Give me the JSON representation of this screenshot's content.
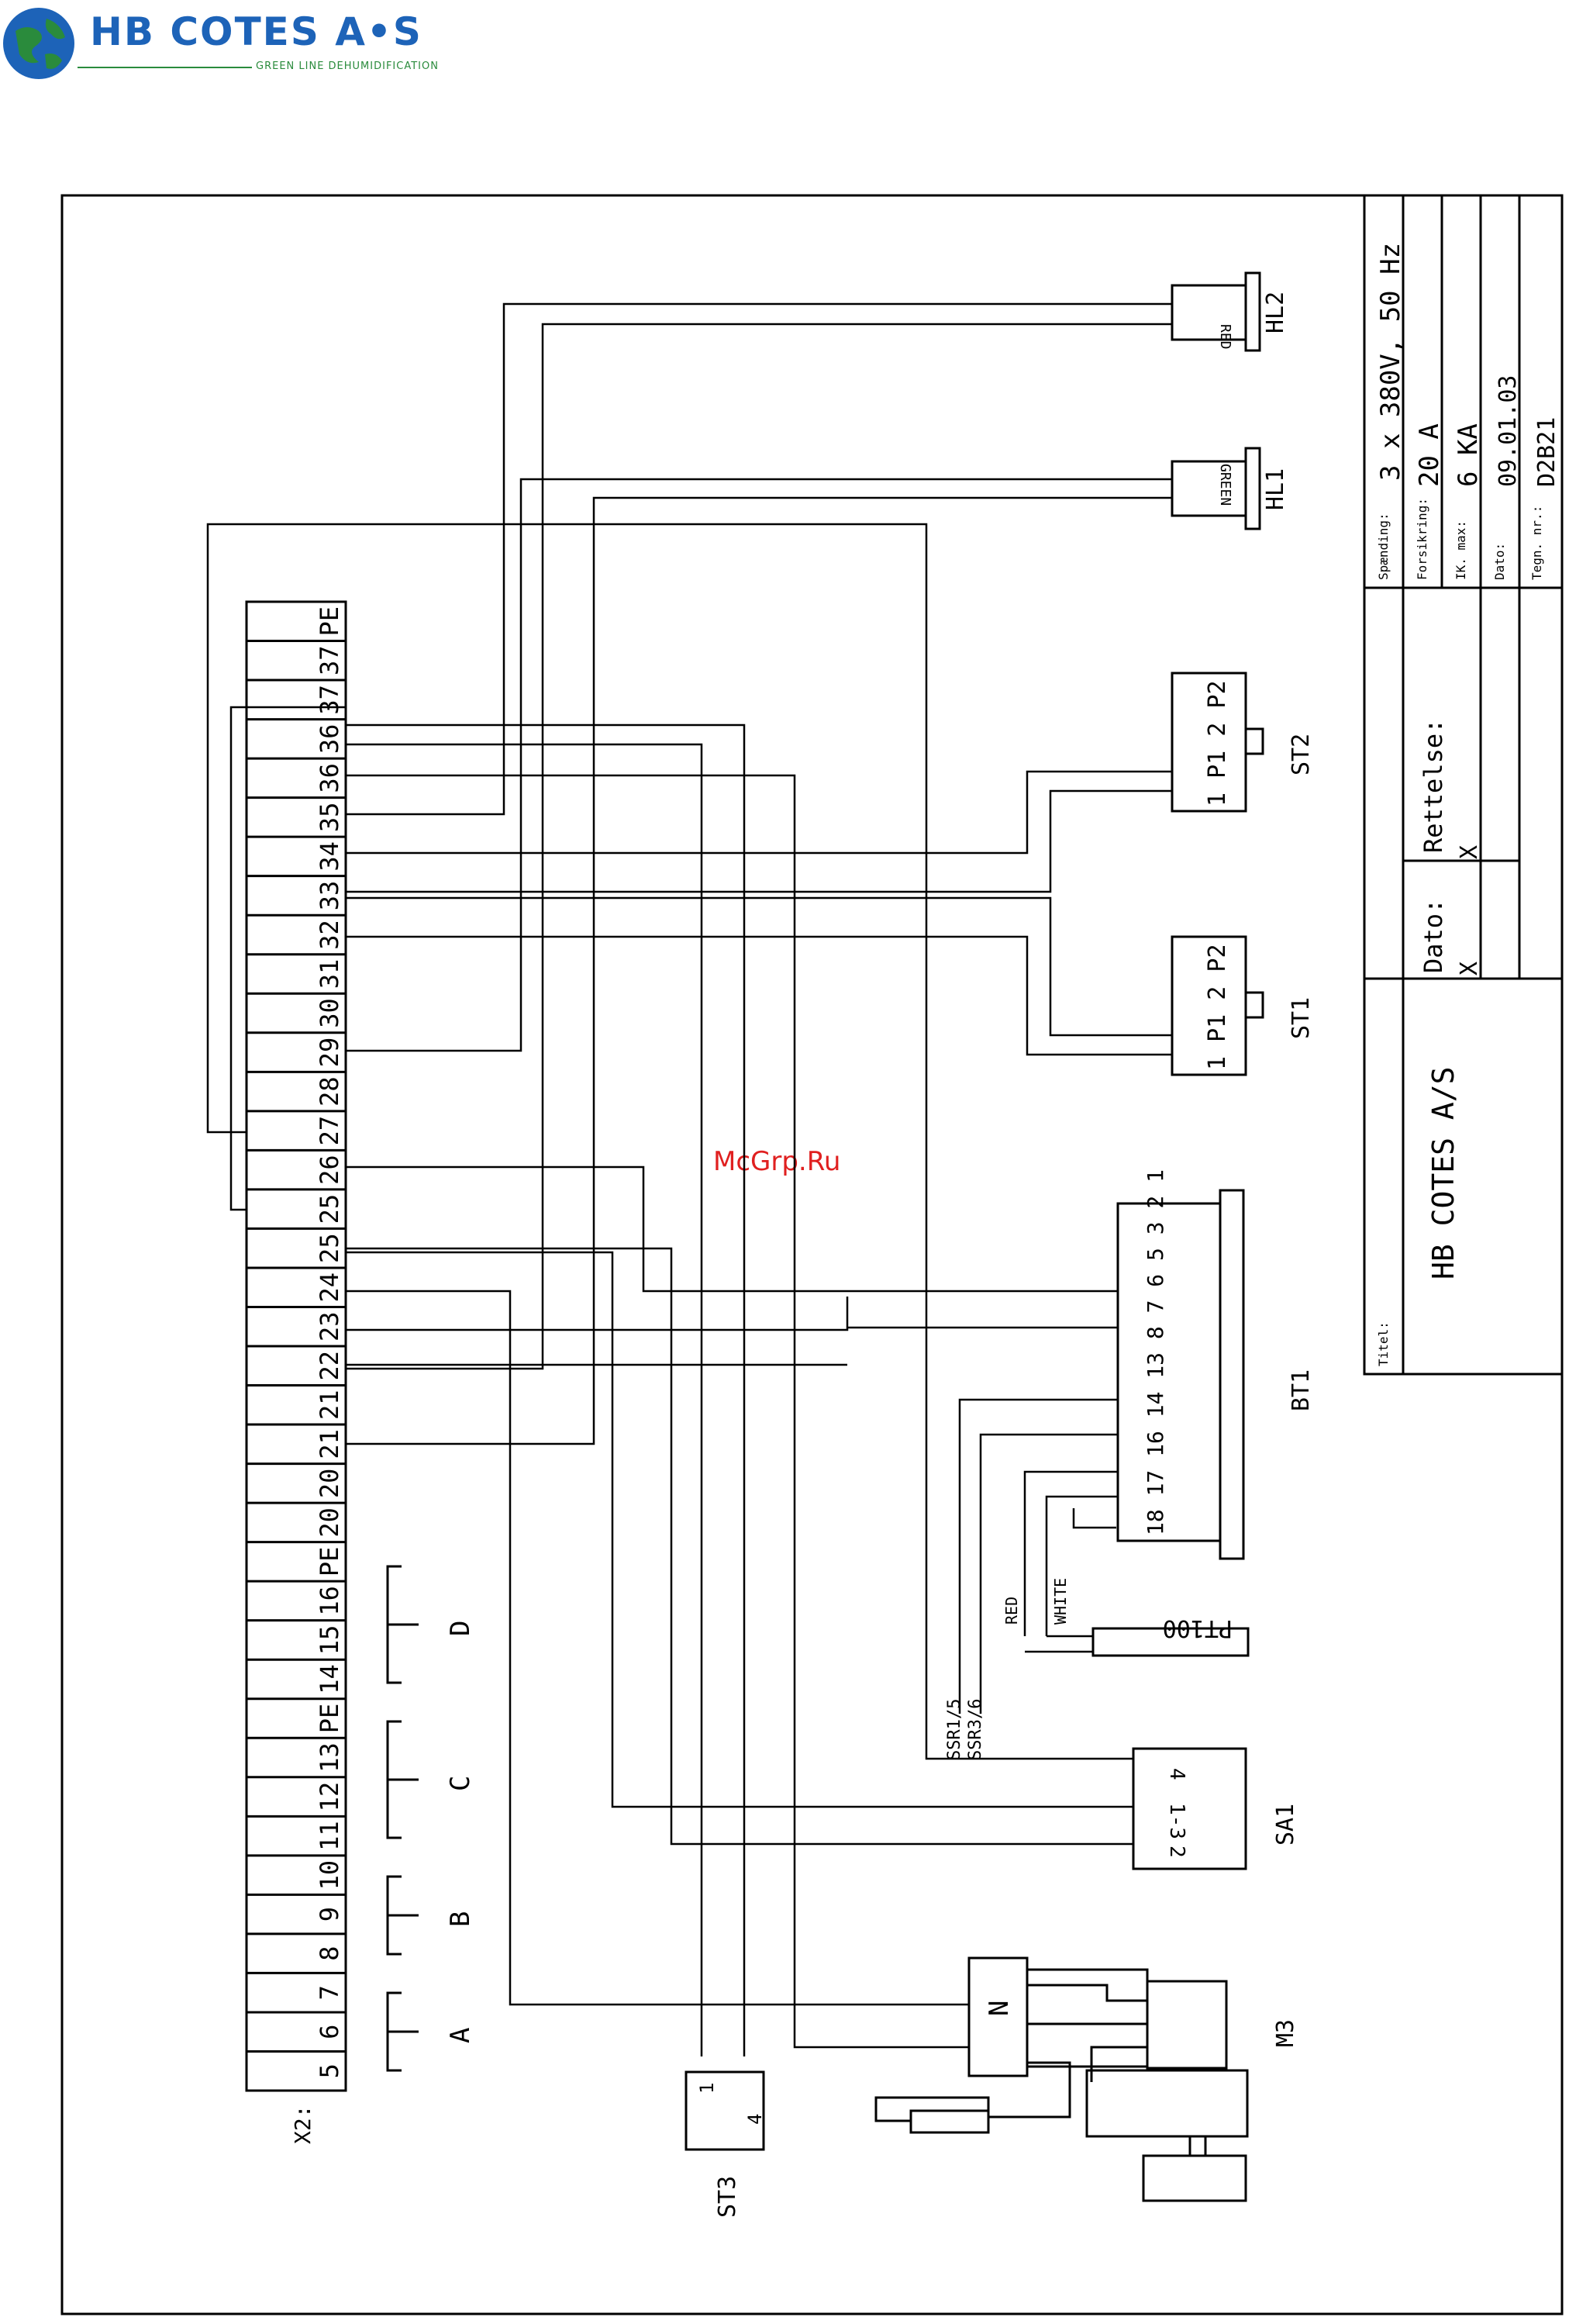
{
  "logo": {
    "brand": "HB COTES A•S",
    "tagline": "GREEN LINE DEHUMIDIFICATION"
  },
  "watermark": "McGrp.Ru",
  "terminal_block": {
    "label": "X2:",
    "terminals": [
      "5",
      "6",
      "7",
      "8",
      "9",
      "10",
      "11",
      "12",
      "13",
      "PE",
      "14",
      "15",
      "16",
      "PE",
      "20",
      "20",
      "21",
      "21",
      "22",
      "23",
      "24",
      "25",
      "25",
      "26",
      "27",
      "28",
      "29",
      "30",
      "31",
      "32",
      "33",
      "34",
      "35",
      "36",
      "36",
      "37",
      "37",
      "PE"
    ]
  },
  "groups": [
    {
      "label": "A"
    },
    {
      "label": "B"
    },
    {
      "label": "C"
    },
    {
      "label": "D"
    }
  ],
  "components": {
    "hl2": {
      "ref": "HL2",
      "text": "RED"
    },
    "hl1": {
      "ref": "HL1",
      "text": "GREEN"
    },
    "st2": {
      "ref": "ST2",
      "pins": "1 P1  2 P2"
    },
    "st1": {
      "ref": "ST1",
      "pins": "1 P1  2 P2"
    },
    "bt1": {
      "ref": "BT1",
      "pins": "18 17 16 14 13 8 7 6 5 3 2 1"
    },
    "pt100": {
      "ref": "PT100",
      "wire_red": "RED",
      "wire_white": "WHITE"
    },
    "sa1": {
      "ref": "SA1",
      "pin_4": "4",
      "pin_13": "1-3",
      "pin_2": "2"
    },
    "ssr": {
      "line1": "SSR1/5",
      "line2": "SSR3/6"
    },
    "m3": {
      "ref": "M3",
      "n": "N"
    },
    "st3": {
      "ref": "ST3",
      "pin_1": "1",
      "pin_4": "4"
    }
  },
  "title_block": {
    "spaending_label": "Spænding:",
    "spaending_value": "3 x 380V, 50 Hz",
    "forsikring_label": "Forsikring:",
    "forsikring_value": "20 A",
    "ik_label": "IK. max:",
    "ik_value": "6 KA",
    "dato_label": "Dato:",
    "dato_value": "09.01.03",
    "tegn_label": "Tegn. nr.:",
    "tegn_value": "D2B21",
    "rettelse_label": "Rettelse:",
    "rettelse_value": "X",
    "dato2_label": "Dato:",
    "dato2_value": "X",
    "titel_label": "Titel:",
    "titel_value": "HB COTES A/S"
  }
}
